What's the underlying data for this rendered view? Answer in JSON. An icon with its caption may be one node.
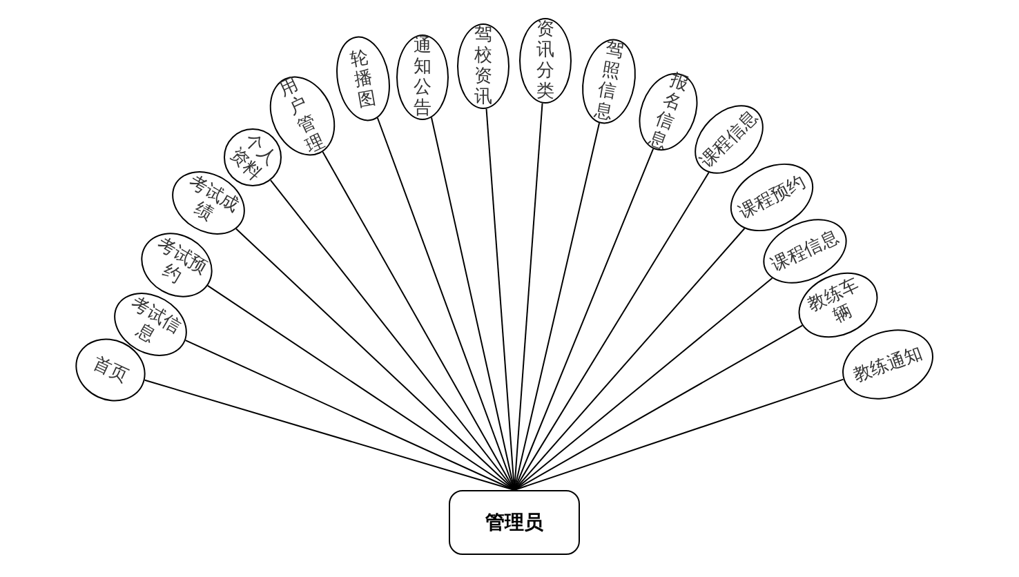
{
  "diagram": {
    "nodes": [
      {
        "text": [
          "管理员"
        ]
      },
      {
        "text": [
          "首页"
        ]
      },
      {
        "text": [
          "考试信息"
        ]
      },
      {
        "text": [
          "考试预约"
        ]
      },
      {
        "text": [
          "考试成绩"
        ]
      },
      {
        "text": [
          "个人资料"
        ]
      },
      {
        "text": [
          "用户管理"
        ]
      },
      {
        "text": [
          "轮播图"
        ]
      },
      {
        "text": [
          "通知公告"
        ]
      },
      {
        "text": [
          "驾校资讯"
        ]
      },
      {
        "text": [
          "资讯分类"
        ]
      },
      {
        "text": [
          "驾照信息"
        ]
      },
      {
        "text": [
          "报名信息"
        ]
      },
      {
        "text": [
          "课程信息"
        ]
      },
      {
        "text": [
          "课程预约"
        ]
      },
      {
        "text": [
          "课程信息"
        ]
      },
      {
        "text": [
          "教练车辆"
        ]
      },
      {
        "text": [
          "教练通知"
        ]
      }
    ],
    "edges": [
      {
        "from": 1,
        "to": 0,
        "arrow": "none"
      },
      {
        "from": 2,
        "to": 0,
        "arrow": "none"
      },
      {
        "from": 3,
        "to": 0,
        "arrow": "none"
      },
      {
        "from": 4,
        "to": 0,
        "arrow": "none"
      },
      {
        "from": 5,
        "to": 0,
        "arrow": "none"
      },
      {
        "from": 6,
        "to": 0,
        "arrow": "none"
      },
      {
        "from": 7,
        "to": 0,
        "arrow": "none"
      },
      {
        "from": 8,
        "to": 0,
        "arrow": "none"
      },
      {
        "from": 9,
        "to": 0,
        "arrow": "none"
      },
      {
        "from": 10,
        "to": 0,
        "arrow": "none"
      },
      {
        "from": 11,
        "to": 0,
        "arrow": "none"
      },
      {
        "from": 12,
        "to": 0,
        "arrow": "none"
      },
      {
        "from": 13,
        "to": 0,
        "arrow": "none"
      },
      {
        "from": 14,
        "to": 0,
        "arrow": "none"
      },
      {
        "from": 15,
        "to": 0,
        "arrow": "none"
      },
      {
        "from": 16,
        "to": 0,
        "arrow": "none"
      },
      {
        "from": 17,
        "to": 0,
        "arrow": "none"
      }
    ]
  }
}
